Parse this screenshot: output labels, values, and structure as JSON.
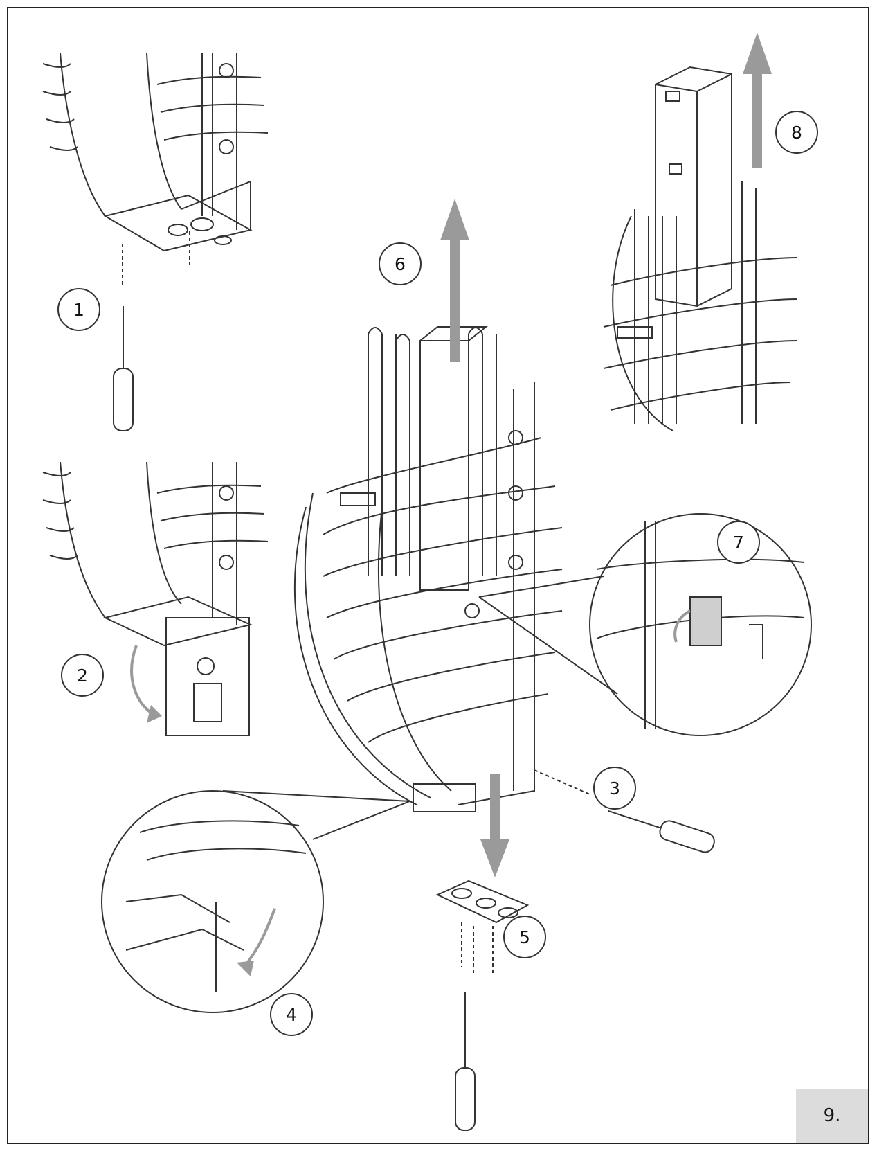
{
  "figure": {
    "number": "9."
  },
  "steps": [
    {
      "id": "step-1",
      "label": "1"
    },
    {
      "id": "step-2",
      "label": "2"
    },
    {
      "id": "step-3",
      "label": "3"
    },
    {
      "id": "step-4",
      "label": "4"
    },
    {
      "id": "step-5",
      "label": "5"
    },
    {
      "id": "step-6",
      "label": "6"
    },
    {
      "id": "step-7",
      "label": "7"
    },
    {
      "id": "step-8",
      "label": "8"
    }
  ],
  "colors": {
    "line": "#333333",
    "arrow_fill": "#9a9a9a",
    "figure_badge": "#dcdcdc"
  }
}
